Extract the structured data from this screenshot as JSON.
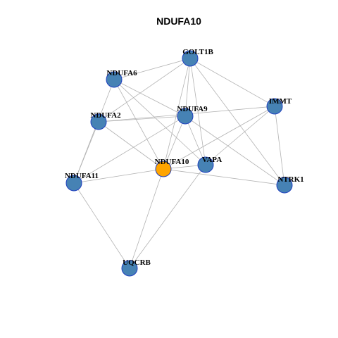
{
  "title": "NDUFA10",
  "colors": {
    "default_node": "#4682b4",
    "focus_node": "#ffa500",
    "edge": "#b3b3b3",
    "node_border": "#1f3fbf"
  },
  "nodes": [
    {
      "id": "GOLT1B",
      "label": "GOLT1B",
      "focus": false
    },
    {
      "id": "NDUFA6",
      "label": "NDUFA6",
      "focus": false
    },
    {
      "id": "IMMT",
      "label": "IMMT",
      "focus": false
    },
    {
      "id": "NDUFA2",
      "label": "NDUFA2",
      "focus": false
    },
    {
      "id": "NDUFA9",
      "label": "NDUFA9",
      "focus": false
    },
    {
      "id": "NDUFA10",
      "label": "NDUFA10",
      "focus": true
    },
    {
      "id": "VAPA",
      "label": "VAPA",
      "focus": false
    },
    {
      "id": "NDUFA11",
      "label": "NDUFA11",
      "focus": false
    },
    {
      "id": "NTRK1",
      "label": "NTRK1",
      "focus": false
    },
    {
      "id": "UQCRB",
      "label": "UQCRB",
      "focus": false
    }
  ],
  "edges": [
    [
      "GOLT1B",
      "NDUFA6"
    ],
    [
      "GOLT1B",
      "NDUFA2"
    ],
    [
      "GOLT1B",
      "IMMT"
    ],
    [
      "GOLT1B",
      "NDUFA9"
    ],
    [
      "GOLT1B",
      "NDUFA10"
    ],
    [
      "GOLT1B",
      "VAPA"
    ],
    [
      "GOLT1B",
      "NTRK1"
    ],
    [
      "NDUFA6",
      "NDUFA9"
    ],
    [
      "NDUFA6",
      "NDUFA10"
    ],
    [
      "NDUFA6",
      "VAPA"
    ],
    [
      "NDUFA6",
      "NDUFA11"
    ],
    [
      "NDUFA2",
      "NDUFA9"
    ],
    [
      "NDUFA2",
      "NDUFA10"
    ],
    [
      "NDUFA2",
      "NDUFA11"
    ],
    [
      "NDUFA2",
      "IMMT"
    ],
    [
      "NDUFA9",
      "NDUFA10"
    ],
    [
      "NDUFA9",
      "VAPA"
    ],
    [
      "NDUFA9",
      "NTRK1"
    ],
    [
      "NDUFA9",
      "NDUFA11"
    ],
    [
      "IMMT",
      "NDUFA10"
    ],
    [
      "IMMT",
      "VAPA"
    ],
    [
      "IMMT",
      "NTRK1"
    ],
    [
      "NDUFA10",
      "NDUFA11"
    ],
    [
      "NDUFA10",
      "VAPA"
    ],
    [
      "NDUFA10",
      "NTRK1"
    ],
    [
      "NDUFA10",
      "UQCRB"
    ],
    [
      "VAPA",
      "UQCRB"
    ],
    [
      "NDUFA11",
      "UQCRB"
    ]
  ]
}
